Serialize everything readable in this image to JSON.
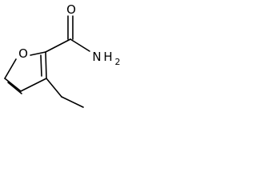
{
  "molecule": {
    "atoms": {
      "ring_oxygen": "O",
      "carbonyl_oxygen": "O",
      "amide_nitrogen": "N",
      "amide_hydrogen": "H",
      "amide_hydrogen_count": "2"
    },
    "colors": {
      "bond": "#000000",
      "label": "#000000",
      "background": "#ffffff"
    }
  }
}
